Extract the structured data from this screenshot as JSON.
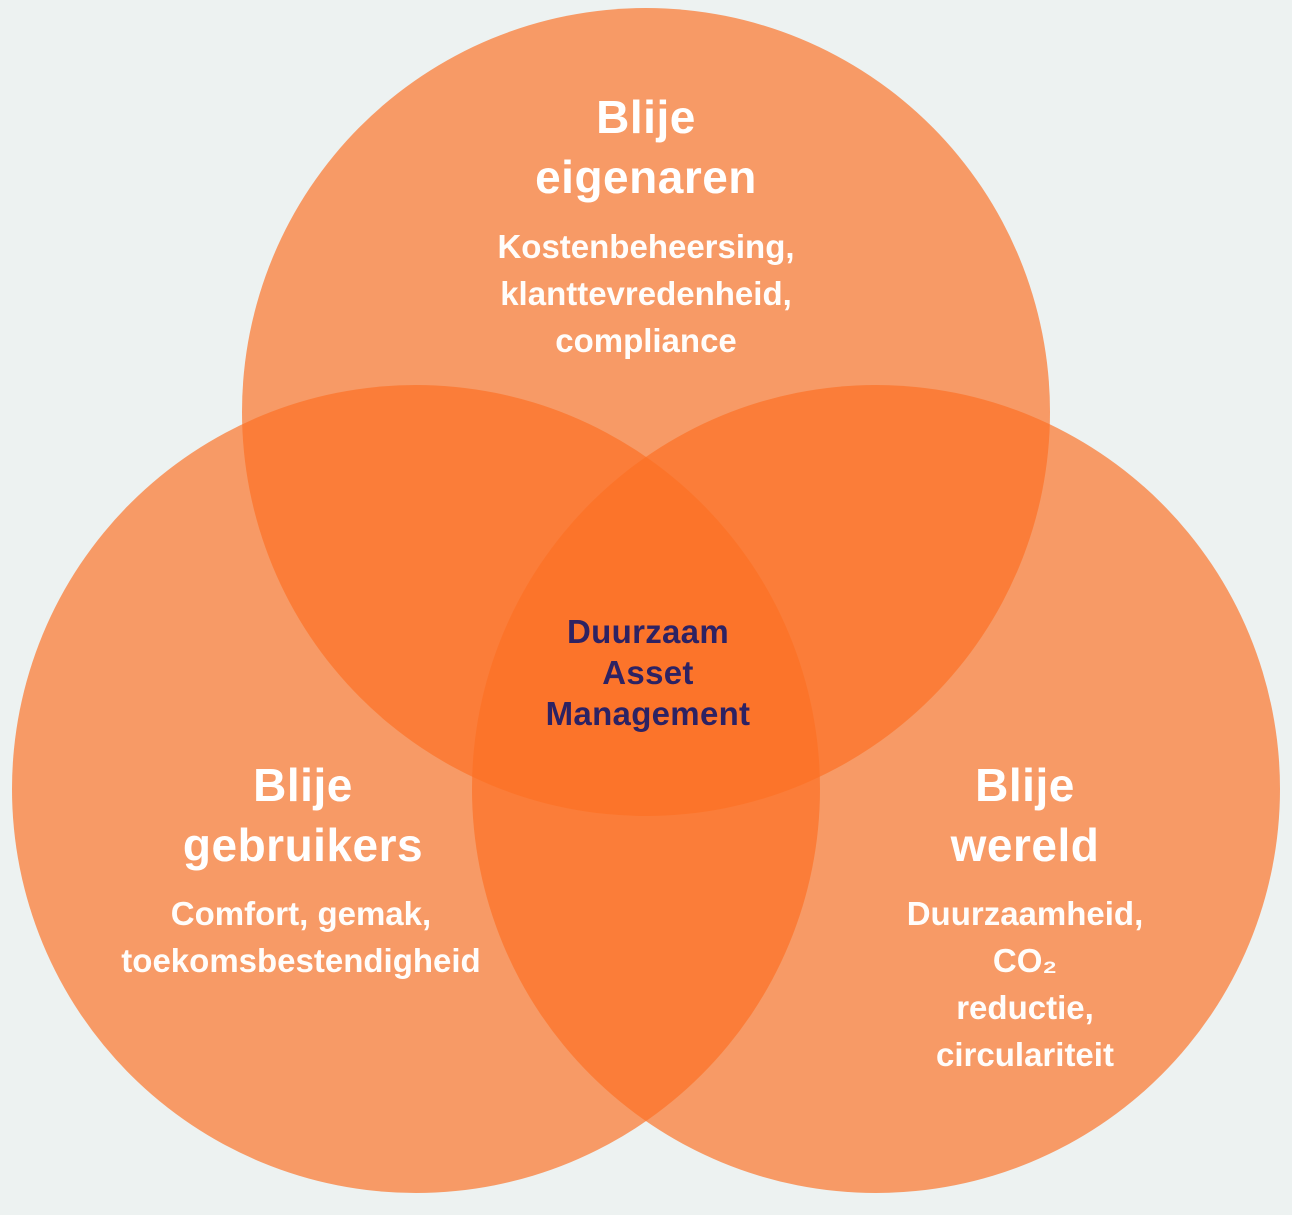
{
  "page": {
    "background_color": "#edf2f1",
    "circle_fill_color": "rgba(252,112,36,0.68)",
    "title_text_color": "#ffffff",
    "center_text_color": "#2d2263"
  },
  "venn": {
    "center": {
      "label": "Duurzaam\nAsset\nManagement"
    },
    "circles": [
      {
        "id": "eigenaren",
        "title": "Blije\neigenaren",
        "subtitle": "Kostenbeheersing,\nklanttevredenheid,\ncompliance"
      },
      {
        "id": "gebruikers",
        "title": "Blije\ngebruikers",
        "subtitle": "Comfort, gemak,\ntoekomsbestendigheid"
      },
      {
        "id": "wereld",
        "title": "Blije\nwereld",
        "subtitle": "Duurzaamheid, CO₂\nreductie, circulariteit"
      }
    ]
  }
}
